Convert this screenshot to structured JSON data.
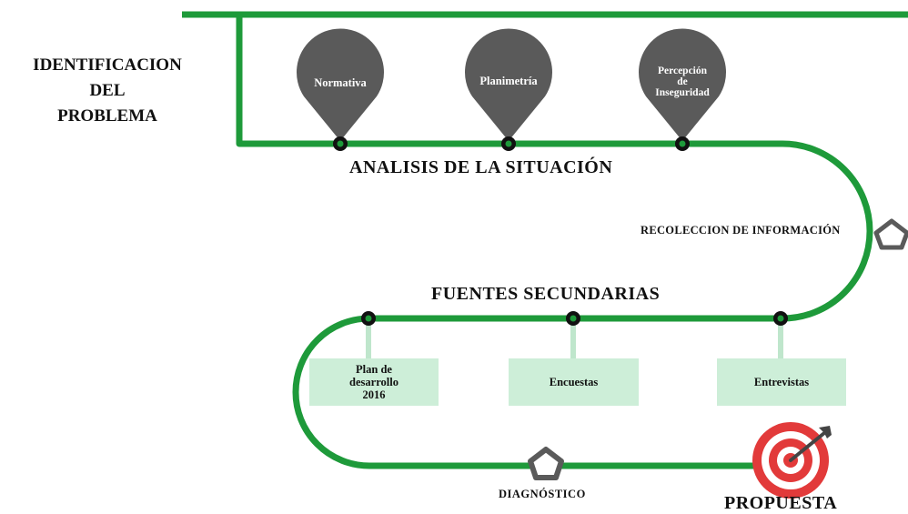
{
  "title_left": [
    "IDENTIFICACION",
    "DEL",
    "PROBLEMA"
  ],
  "stage_analysis": "ANALISIS DE LA SITUACIÓN",
  "stage_collection": "RECOLECCION DE INFORMACIÓN",
  "stage_sources": "FUENTES SECUNDARIAS",
  "stage_diagnosis": "DIAGNÓSTICO",
  "stage_proposal": "PROPUESTA",
  "pins": [
    {
      "lines": [
        "Normativa"
      ]
    },
    {
      "lines": [
        "Planimetría"
      ]
    },
    {
      "lines": [
        "Percepción",
        "de",
        "Inseguridad"
      ]
    }
  ],
  "sources": [
    {
      "lines": [
        "Plan de",
        "desarrollo",
        "2016"
      ]
    },
    {
      "lines": [
        "Encuestas"
      ]
    },
    {
      "lines": [
        "Entrevistas"
      ]
    }
  ],
  "colors": {
    "line": "#1e9a3a",
    "pin": "#5a5a5a",
    "box": "#cdeed8",
    "stem": "#bfe6cc",
    "target_red": "#e23a3a"
  },
  "icons": {
    "collection": "pentagon-icon",
    "diagnosis": "pentagon-icon",
    "proposal": "target-icon"
  }
}
